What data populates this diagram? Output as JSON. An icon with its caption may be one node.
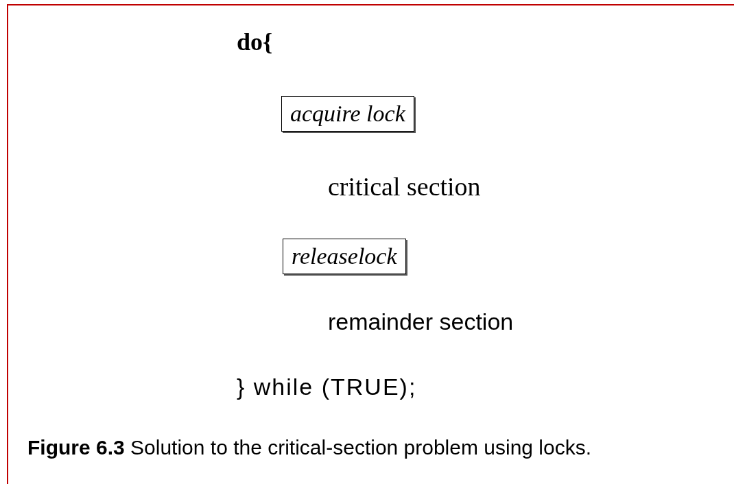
{
  "diagram": {
    "caption": "**Figure 6.3** Solution to the critical-section problem using locks.",
    "nodes": [
      {
        "text": [
          "acquire lock"
        ]
      },
      {
        "text": [
          "releaselock"
        ]
      }
    ],
    "labels": [
      "do{",
      "critical section",
      "remainder section",
      "} while  (TRUE);"
    ]
  }
}
